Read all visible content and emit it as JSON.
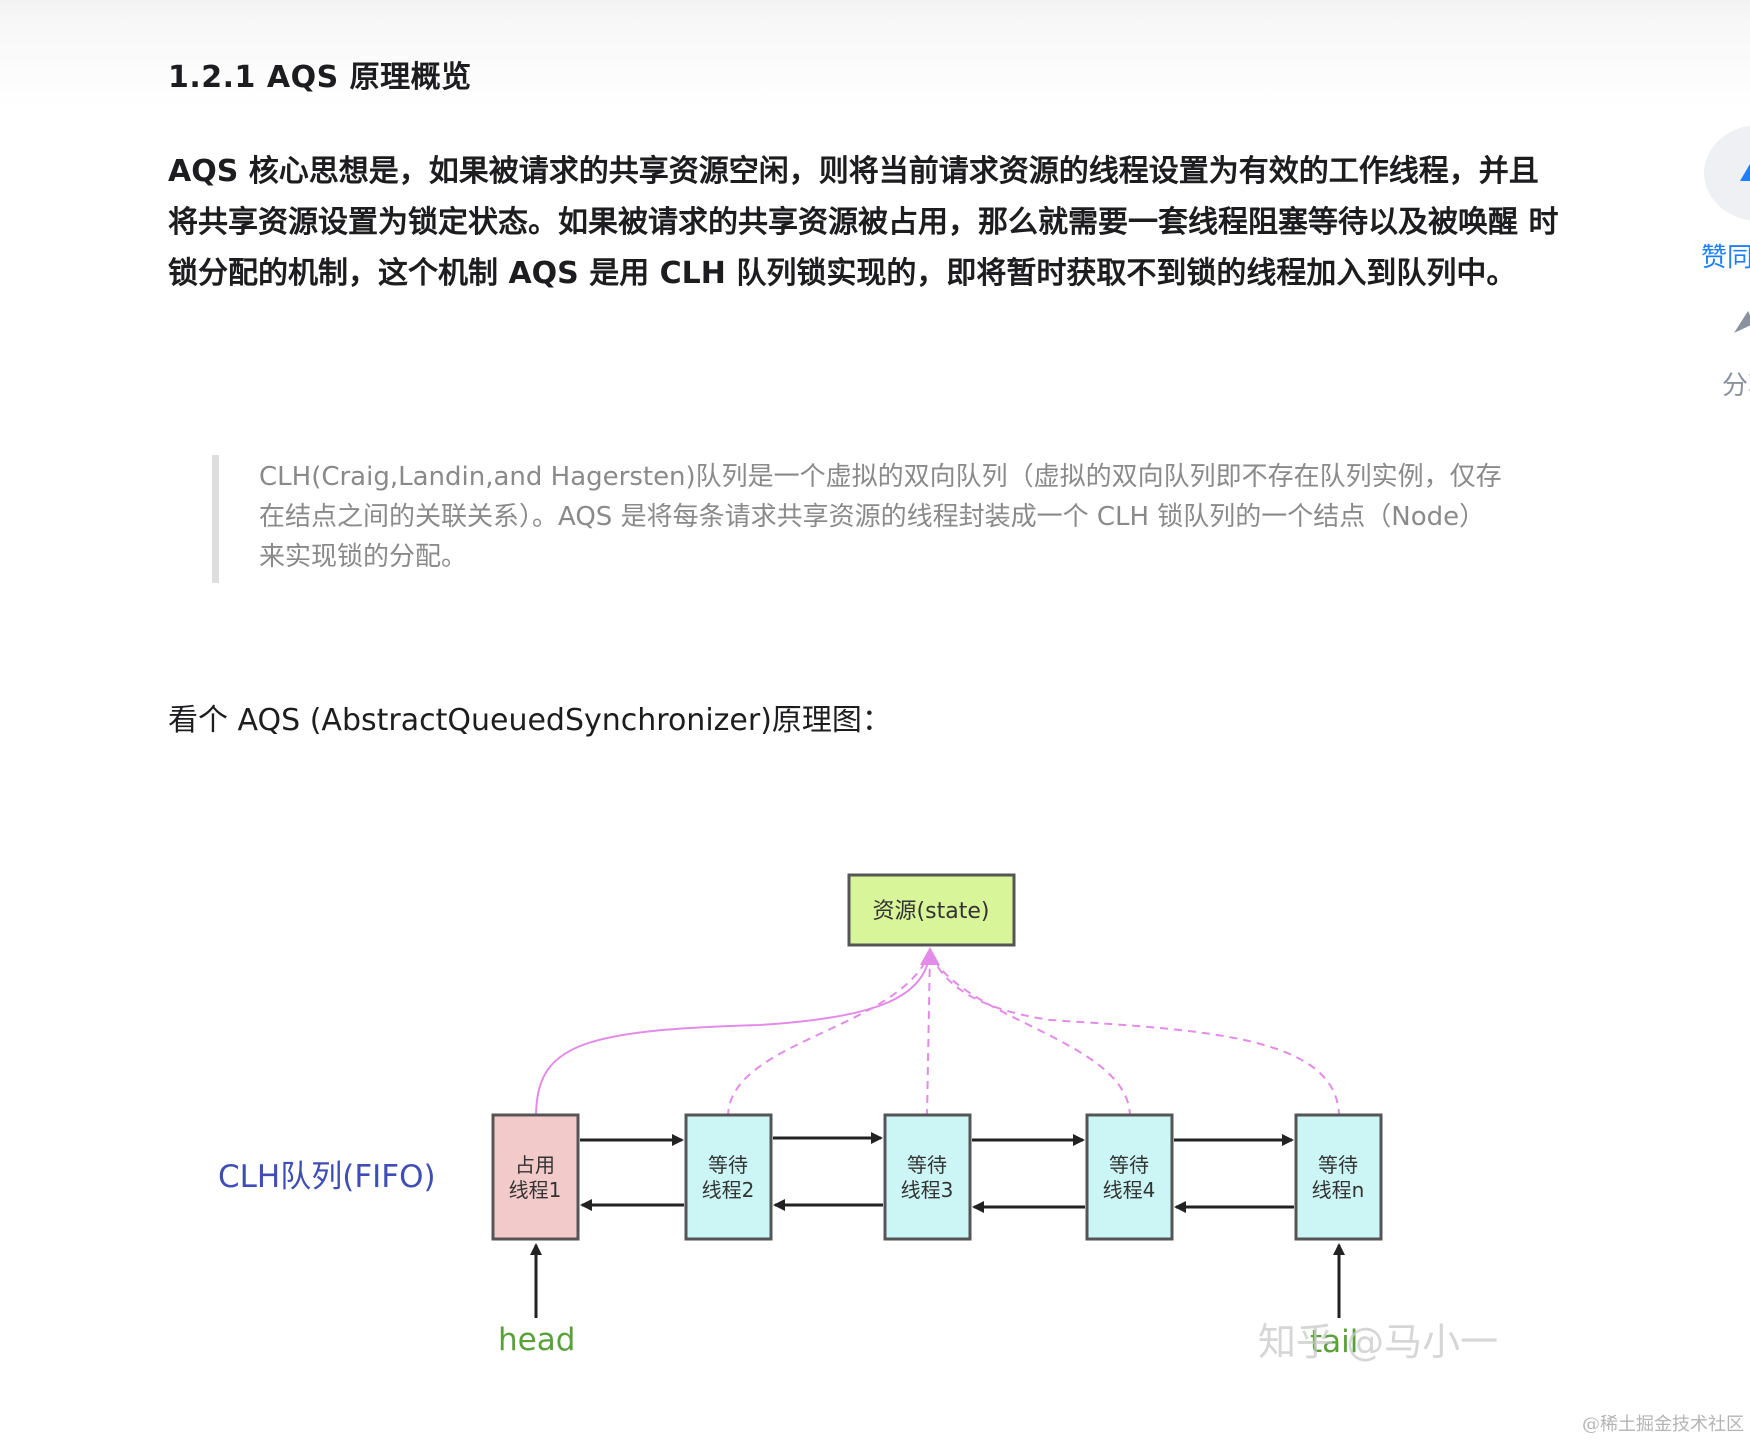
{
  "article": {
    "section_title": "1.2.1 AQS 原理概览",
    "lead_paragraph": "AQS 核心思想是，如果被请求的共享资源空闲，则将当前请求资源的线程设置为有效的工作线程，并且将共享资源设置为锁定状态。如果被请求的共享资源被占用，那么就需要一套线程阻塞等待以及被唤醒 时锁分配的机制，这个机制 AQS 是用 CLH 队列锁实现的，即将暂时获取不到锁的线程加入到队列中。",
    "blockquote": "CLH(Craig,Landin,and   Hagersten)队列是一个虚拟的双向队列（虚拟的双向队列即不存在队列实例，仅存在结点之间的关联关系）。AQS 是将每条请求共享资源的线程封装成一个 CLH 锁队列的一个结点（Node）来实现锁的分配。",
    "diagram_caption": "看个 AQS (AbstractQueuedSynchronizer)原理图："
  },
  "diagram": {
    "resource_label": "资源(state)",
    "queue_label": "CLH队列(FIFO)",
    "nodes": [
      {
        "line1": "占用",
        "line2": "线程1",
        "fill": "#f3caca"
      },
      {
        "line1": "等待",
        "line2": "线程2",
        "fill": "#ccf6f6"
      },
      {
        "line1": "等待",
        "line2": "线程3",
        "fill": "#ccf6f6"
      },
      {
        "line1": "等待",
        "line2": "线程4",
        "fill": "#ccf6f6"
      },
      {
        "line1": "等待",
        "line2": "线程n",
        "fill": "#ccf6f6"
      }
    ],
    "head_label": "head",
    "tail_label": "tail",
    "watermark": "知乎 @马小一",
    "colors": {
      "resource_fill": "#d8f59a",
      "link": "#e28ce8",
      "queue_label": "#3f4eb6",
      "head": "#5aa13c",
      "tail": "#5aa13c"
    }
  },
  "side_rail": {
    "like_label": "赞同",
    "share_label": "分享"
  },
  "footer_watermark": "@稀土掘金技术社区"
}
